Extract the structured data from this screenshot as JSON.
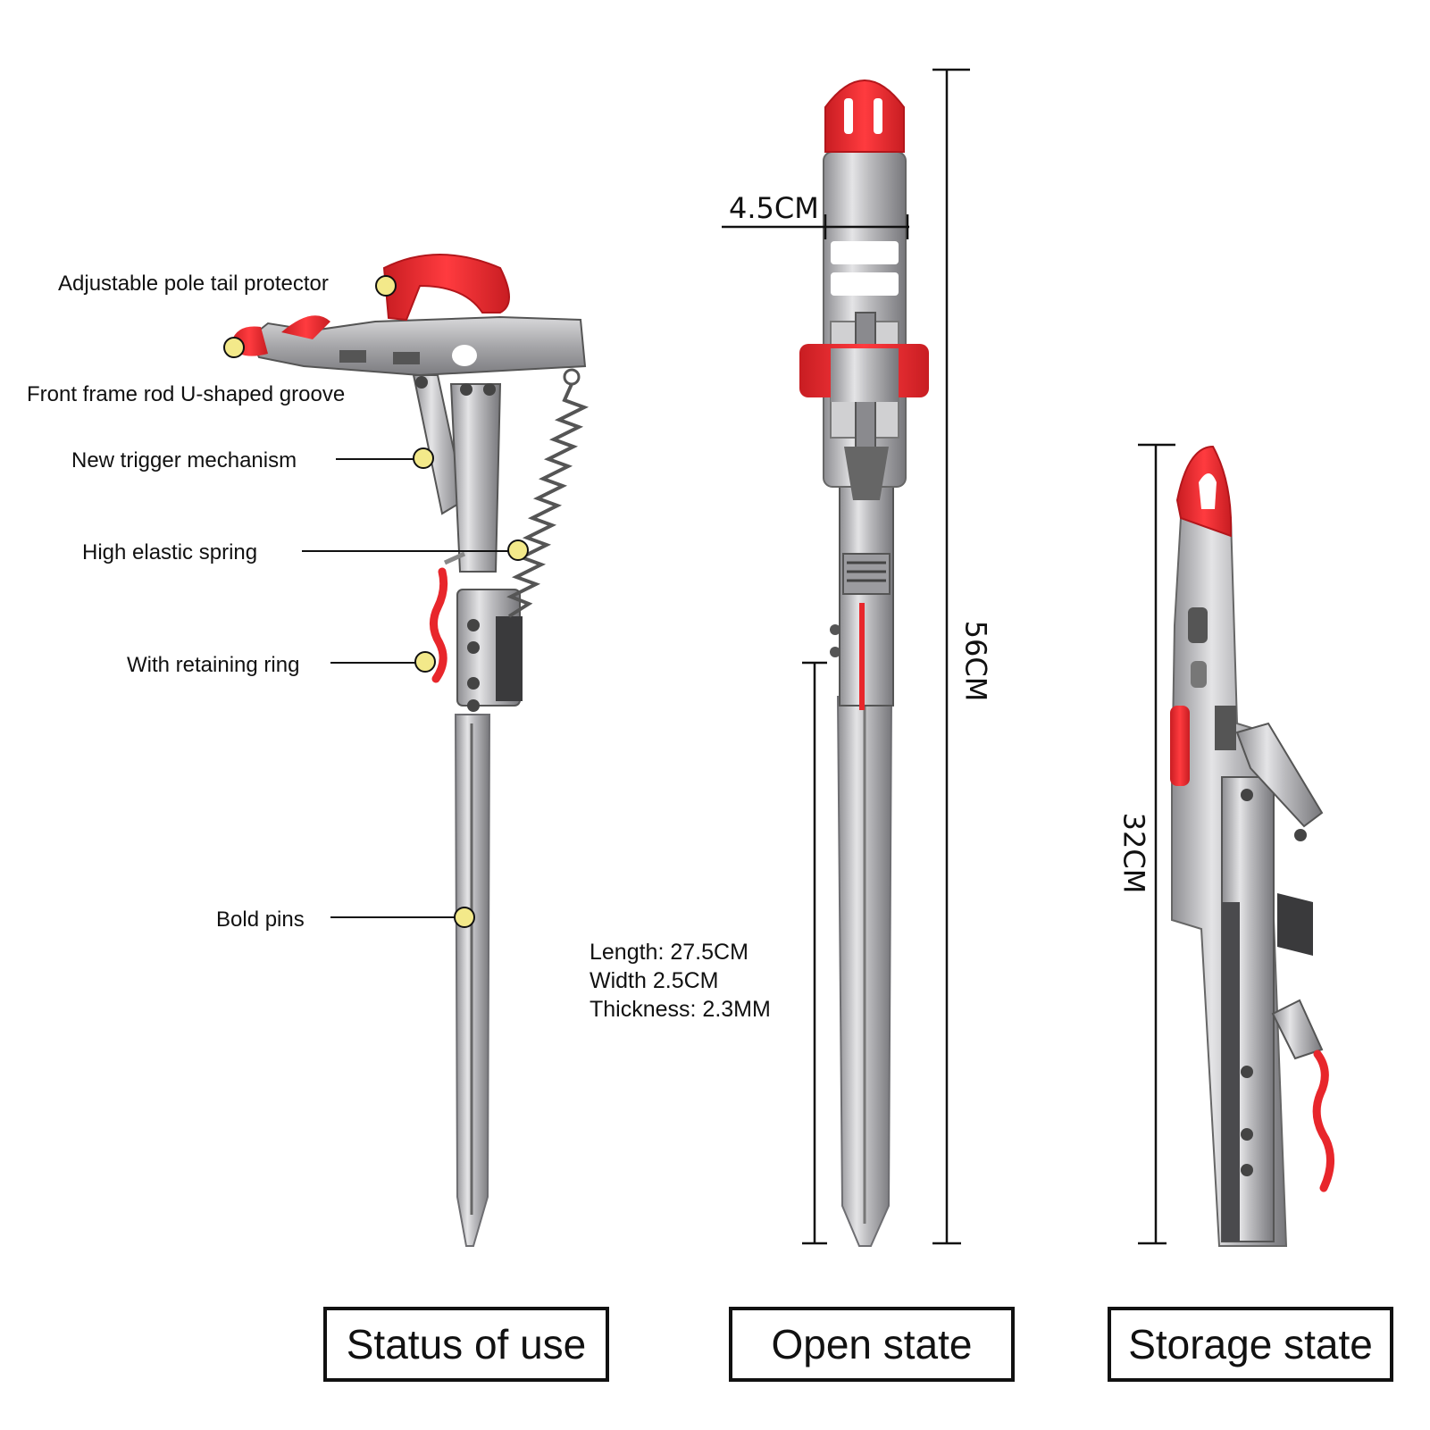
{
  "callouts": [
    "Adjustable pole tail protector",
    "Front frame rod U-shaped groove",
    "New trigger mechanism",
    "High elastic spring",
    "With retaining ring",
    "Bold pins"
  ],
  "dimensions": {
    "width_open": "4.5CM",
    "length_open": "56CM",
    "length_storage": "32CM"
  },
  "specs": {
    "length": "Length: 27.5CM",
    "width": "Width 2.5CM",
    "thickness": "Thickness: 2.3MM"
  },
  "states": {
    "use": "Status of use",
    "open": "Open state",
    "storage": "Storage state"
  },
  "colors": {
    "accent_red": "#e8262b",
    "steel": "#a9a9ab",
    "steel_dark": "#6e6e72",
    "marker_yellow": "#f3e98a"
  }
}
